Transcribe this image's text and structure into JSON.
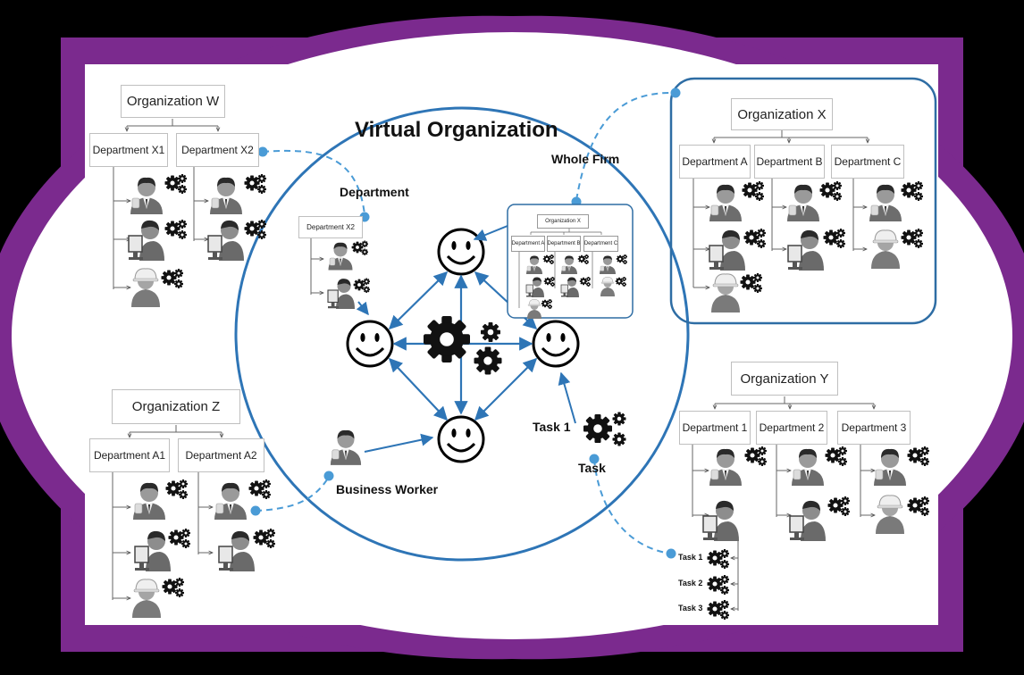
{
  "title": "Virtual Organization",
  "labels": {
    "department": "Department",
    "whole_firm": "Whole Firm",
    "business_worker": "Business Worker",
    "task1": "Task 1",
    "task": "Task"
  },
  "center_department": {
    "box": "Department X2"
  },
  "center_whole_firm": {
    "org": "Organization X",
    "departments": [
      "Department A",
      "Department B",
      "Department C"
    ]
  },
  "org_w": {
    "name": "Organization W",
    "departments": [
      "Department X1",
      "Department X2"
    ]
  },
  "org_z": {
    "name": "Organization Z",
    "departments": [
      "Department A1",
      "Department A2"
    ]
  },
  "org_x": {
    "name": "Organization X",
    "departments": [
      "Department A",
      "Department B",
      "Department C"
    ]
  },
  "org_y": {
    "name": "Organization Y",
    "departments": [
      "Department 1",
      "Department 2",
      "Department 3"
    ],
    "tasks": [
      "Task 1",
      "Task 2",
      "Task 3"
    ]
  },
  "colors": {
    "frame": "#7b2a8e",
    "accent": "#2e75b6",
    "connector": "#4a9bd6",
    "background": "#000000"
  }
}
